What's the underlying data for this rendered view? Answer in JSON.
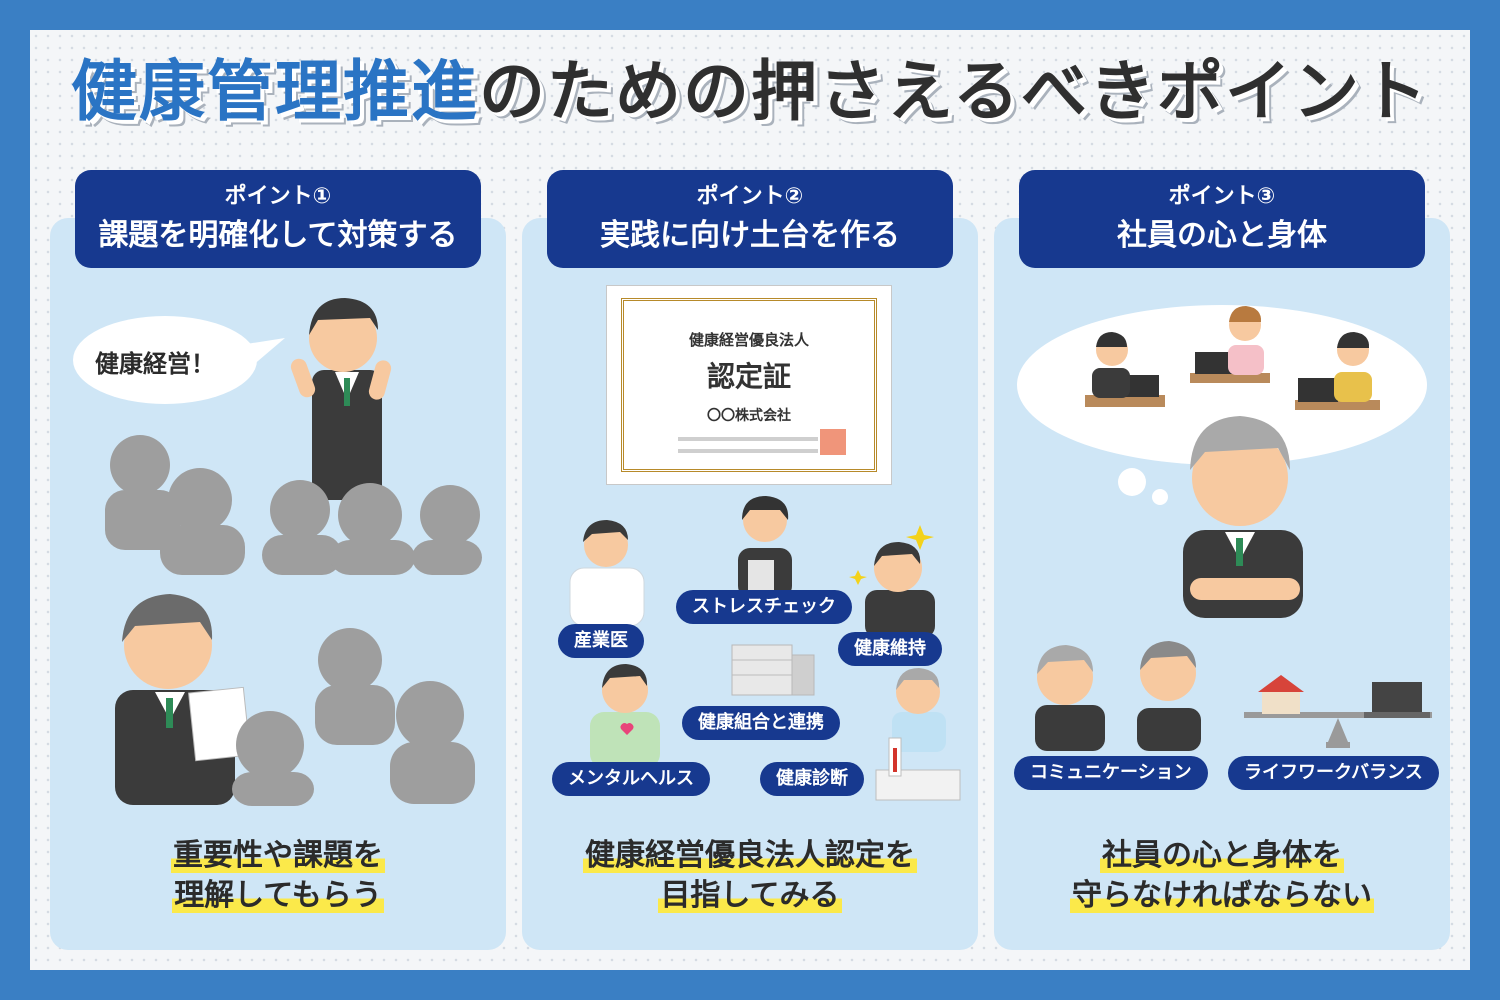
{
  "title": {
    "part_blue": "健康管理推進",
    "part_dark": "のための押さえるべきポイント"
  },
  "points": [
    {
      "number": "ポイント①",
      "heading": "課題を明確化して対策する",
      "caption_line1": "重要性や課題を",
      "caption_line2": "理解してもらう",
      "speech": "健康経営！"
    },
    {
      "number": "ポイント②",
      "heading": "実践に向け土台を作る",
      "caption_line1": "健康経営優良法人認定を",
      "caption_line2": "目指してみる",
      "certificate": {
        "line1": "健康経営優良法人",
        "line2": "認定証",
        "line3": "〇〇株式会社"
      },
      "labels": {
        "doctor": "産業医",
        "stress": "ストレスチェック",
        "maintain": "健康維持",
        "union": "健康組合と連携",
        "mental": "メンタルヘルス",
        "checkup": "健康診断"
      }
    },
    {
      "number": "ポイント③",
      "heading": "社員の心と身体",
      "caption_line1": "社員の心と身体を",
      "caption_line2": "守らなければならない",
      "labels": {
        "communication": "コミュニケーション",
        "balance": "ライフワークバランス"
      }
    }
  ],
  "colors": {
    "background": "#3a7fc4",
    "navy": "#17398f",
    "title_blue": "#2a74c4",
    "panel": "#cfe6f6",
    "highlight": "#fbe94a"
  }
}
